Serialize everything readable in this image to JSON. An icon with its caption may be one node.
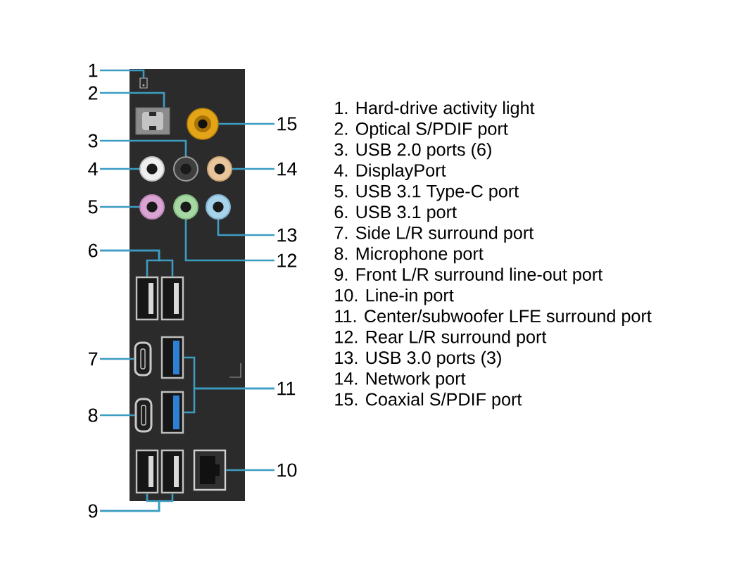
{
  "diagram": {
    "nodes": [
      {
        "text": [
          "1"
        ]
      },
      {
        "text": [
          "2"
        ]
      },
      {
        "text": [
          "3"
        ]
      },
      {
        "text": [
          "4"
        ]
      },
      {
        "text": [
          "5"
        ]
      },
      {
        "text": [
          "6"
        ]
      },
      {
        "text": [
          "7"
        ]
      },
      {
        "text": [
          "8"
        ]
      },
      {
        "text": [
          "9"
        ]
      },
      {
        "text": [
          "10"
        ]
      },
      {
        "text": [
          "11"
        ]
      },
      {
        "text": [
          "12"
        ]
      },
      {
        "text": [
          "13"
        ]
      },
      {
        "text": [
          "14"
        ]
      },
      {
        "text": [
          "15"
        ]
      },
      {
        "text": [],
        "shape": "box"
      },
      {
        "text": [],
        "shape": "box"
      },
      {
        "text": [],
        "shape": "circle"
      },
      {
        "text": [],
        "shape": "circle"
      },
      {
        "text": [],
        "shape": "circle"
      },
      {
        "text": [],
        "shape": "circle"
      },
      {
        "text": [],
        "shape": "circle"
      },
      {
        "text": [],
        "shape": "circle"
      },
      {
        "text": [],
        "shape": "circle"
      },
      {
        "text": [],
        "shape": "box"
      },
      {
        "text": [],
        "shape": "box"
      },
      {
        "text": [],
        "shape": "box"
      },
      {
        "text": [],
        "shape": "box"
      },
      {
        "text": [],
        "shape": "box"
      },
      {
        "text": [],
        "shape": "box"
      },
      {
        "text": [],
        "shape": "box"
      },
      {
        "text": [],
        "shape": "box"
      },
      {
        "text": [],
        "shape": "box"
      }
    ],
    "edges": [
      {
        "from": 0,
        "to": 15,
        "arrow": "none"
      },
      {
        "from": 1,
        "to": 16,
        "arrow": "none"
      },
      {
        "from": 2,
        "to": 19,
        "arrow": "none"
      },
      {
        "from": 3,
        "to": 18,
        "arrow": "none"
      },
      {
        "from": 4,
        "to": 21,
        "arrow": "none"
      },
      {
        "from": 5,
        "to": 24,
        "arrow": "none"
      },
      {
        "from": 5,
        "to": 25,
        "arrow": "none"
      },
      {
        "from": 6,
        "to": 26,
        "arrow": "none"
      },
      {
        "from": 7,
        "to": 28,
        "arrow": "none"
      },
      {
        "from": 8,
        "to": 30,
        "arrow": "none"
      },
      {
        "from": 8,
        "to": 31,
        "arrow": "none"
      },
      {
        "from": 9,
        "to": 32,
        "arrow": "none"
      },
      {
        "from": 10,
        "to": 27,
        "arrow": "none"
      },
      {
        "from": 10,
        "to": 29,
        "arrow": "none"
      },
      {
        "from": 11,
        "to": 22,
        "arrow": "none"
      },
      {
        "from": 12,
        "to": 23,
        "arrow": "none"
      },
      {
        "from": 13,
        "to": 20,
        "arrow": "none"
      },
      {
        "from": 14,
        "to": 17,
        "arrow": "none"
      }
    ],
    "labels": [
      "1. Hard-drive activity light",
      "2. Optical S/PDIF port",
      "3. USB 2.0 ports (6)",
      "4. DisplayPort",
      "5. USB 3.1 Type-C port",
      "6. USB 3.1 port",
      "7. Side L/R surround port",
      "8. Microphone port",
      "9. Front L/R surround line-out port",
      "10. Line-in port",
      "11. Center/subwoofer LFE surround port",
      "12. Rear L/R surround port",
      "13. USB 3.0 ports (3)",
      "14. Network port",
      "15. Coaxial S/PDIF port"
    ]
  }
}
